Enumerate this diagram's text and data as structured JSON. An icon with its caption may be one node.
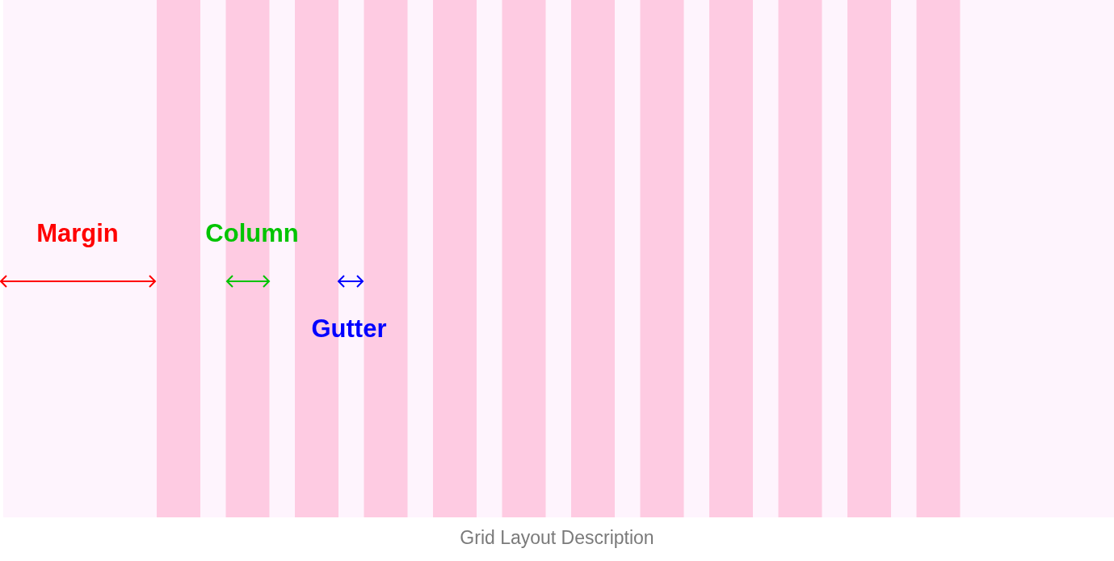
{
  "diagram": {
    "caption": "Grid Layout Description",
    "labels": [
      "Margin",
      "Column",
      "Gutter"
    ]
  }
}
